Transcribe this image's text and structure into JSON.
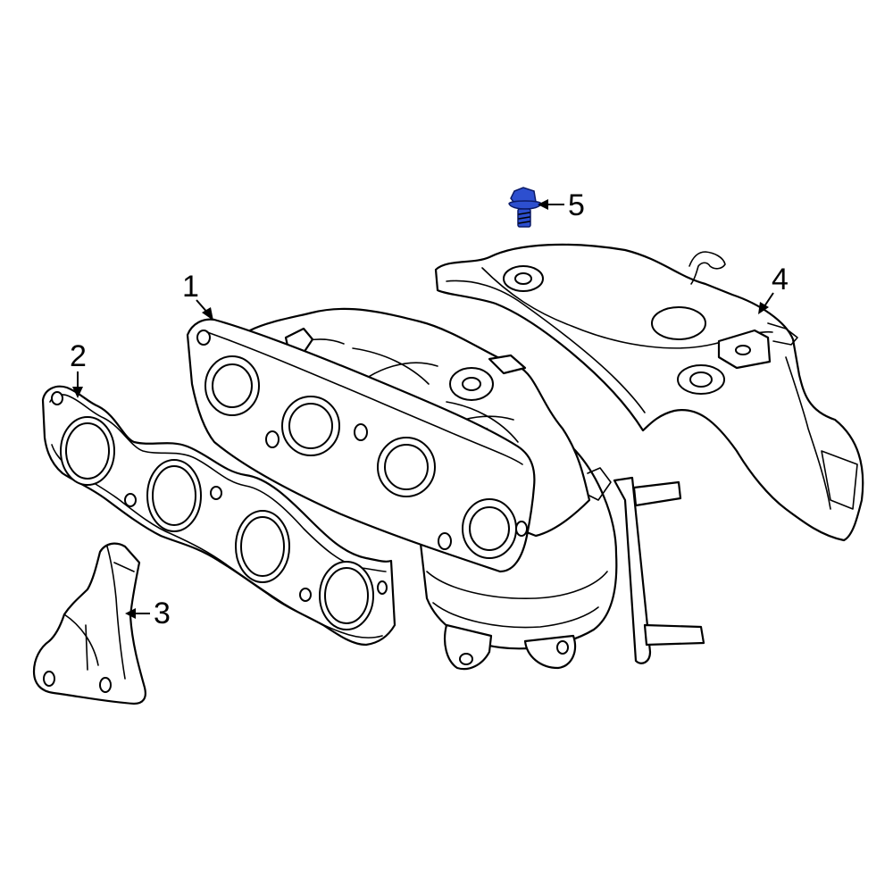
{
  "diagram": {
    "highlight_color": "#2d4fcf",
    "callouts": [
      {
        "id": "1",
        "label": "1",
        "part": "exhaust-manifold"
      },
      {
        "id": "2",
        "label": "2",
        "part": "manifold-gasket"
      },
      {
        "id": "3",
        "label": "3",
        "part": "support-bracket"
      },
      {
        "id": "4",
        "label": "4",
        "part": "heat-shield"
      },
      {
        "id": "5",
        "label": "5",
        "part": "heat-shield-bolt"
      }
    ]
  }
}
